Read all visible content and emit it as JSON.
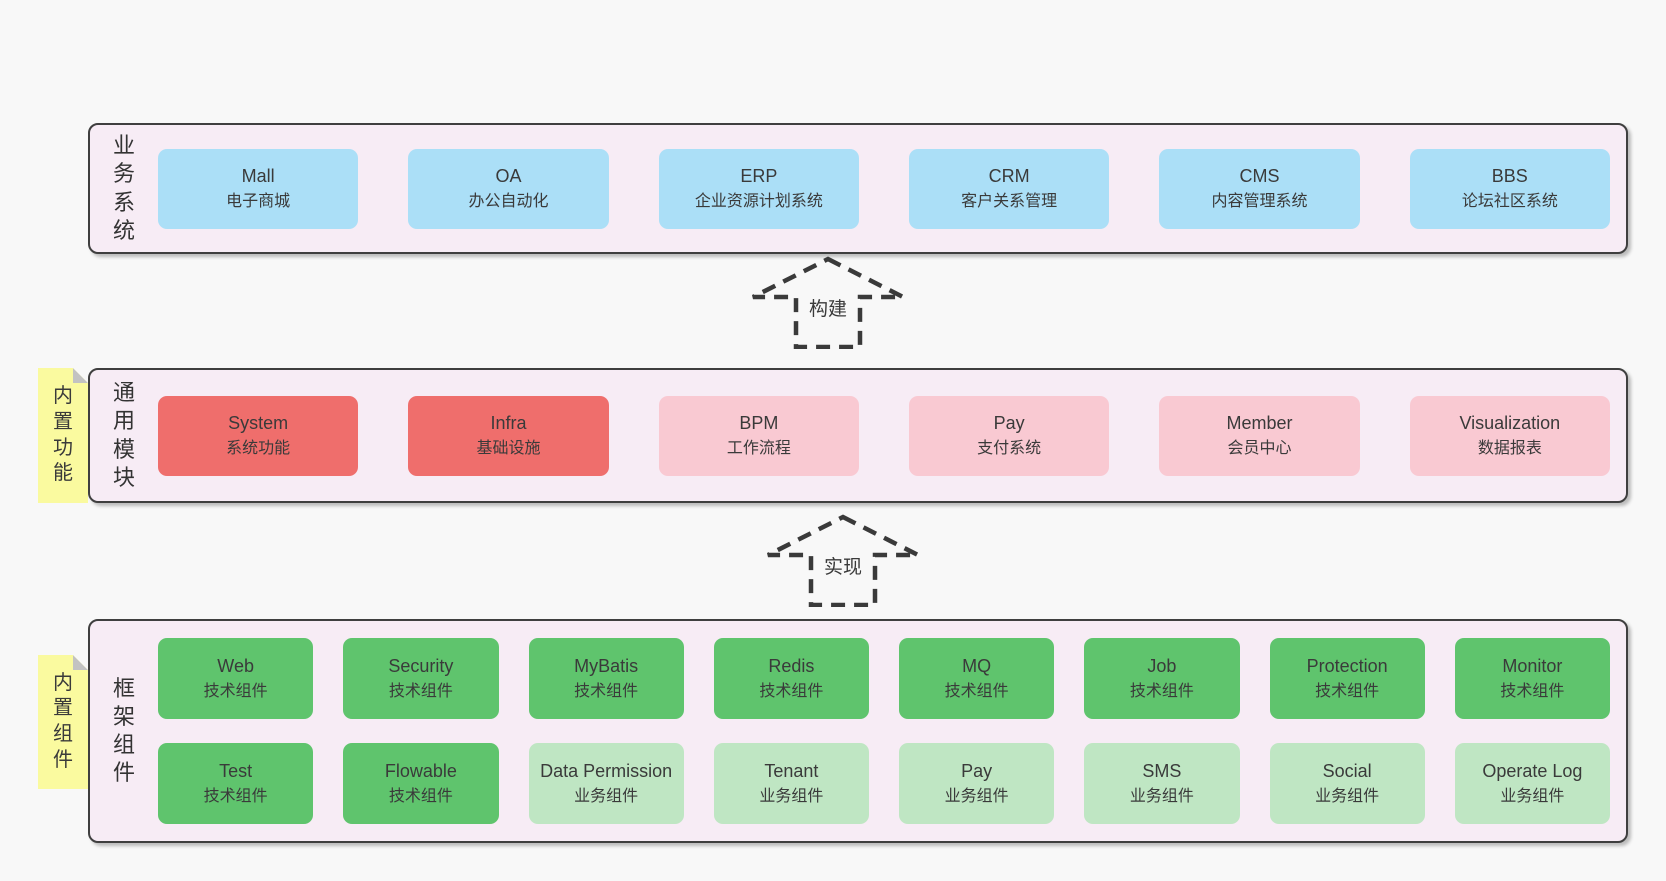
{
  "colors": {
    "page_bg": "#F8F8F8",
    "section_bg": "#F7ECF5",
    "section_border": "#3F3F3F",
    "blue": "#ABDFF7",
    "red": "#EF6E6C",
    "pink": "#F9C9D2",
    "green": "#5FC46D",
    "light_green": "#BFE6C3",
    "tag_yellow": "#FAFA9F",
    "tag_fold": "#C2C2C2",
    "text": "#3A3A3A",
    "arrow": "#3A3A3A"
  },
  "sections": [
    {
      "id": "business",
      "label": "业务系统",
      "tag": null,
      "rows": [
        [
          {
            "title": "Mall",
            "subtitle": "电子商城",
            "variant": "blue"
          },
          {
            "title": "OA",
            "subtitle": "办公自动化",
            "variant": "blue"
          },
          {
            "title": "ERP",
            "subtitle": "企业资源计划系统",
            "variant": "blue"
          },
          {
            "title": "CRM",
            "subtitle": "客户关系管理",
            "variant": "blue"
          },
          {
            "title": "CMS",
            "subtitle": "内容管理系统",
            "variant": "blue"
          },
          {
            "title": "BBS",
            "subtitle": "论坛社区系统",
            "variant": "blue"
          }
        ]
      ]
    },
    {
      "id": "modules",
      "label": "通用模块",
      "tag": "内置功能",
      "rows": [
        [
          {
            "title": "System",
            "subtitle": "系统功能",
            "variant": "red"
          },
          {
            "title": "Infra",
            "subtitle": "基础设施",
            "variant": "red"
          },
          {
            "title": "BPM",
            "subtitle": "工作流程",
            "variant": "pink"
          },
          {
            "title": "Pay",
            "subtitle": "支付系统",
            "variant": "pink"
          },
          {
            "title": "Member",
            "subtitle": "会员中心",
            "variant": "pink"
          },
          {
            "title": "Visualization",
            "subtitle": "数据报表",
            "variant": "pink"
          }
        ]
      ]
    },
    {
      "id": "components",
      "label": "框架组件",
      "tag": "内置组件",
      "rows": [
        [
          {
            "title": "Web",
            "subtitle": "技术组件",
            "variant": "green"
          },
          {
            "title": "Security",
            "subtitle": "技术组件",
            "variant": "green"
          },
          {
            "title": "MyBatis",
            "subtitle": "技术组件",
            "variant": "green"
          },
          {
            "title": "Redis",
            "subtitle": "技术组件",
            "variant": "green"
          },
          {
            "title": "MQ",
            "subtitle": "技术组件",
            "variant": "green"
          },
          {
            "title": "Job",
            "subtitle": "技术组件",
            "variant": "green"
          },
          {
            "title": "Protection",
            "subtitle": "技术组件",
            "variant": "green"
          },
          {
            "title": "Monitor",
            "subtitle": "技术组件",
            "variant": "green"
          }
        ],
        [
          {
            "title": "Test",
            "subtitle": "技术组件",
            "variant": "green"
          },
          {
            "title": "Flowable",
            "subtitle": "技术组件",
            "variant": "green"
          },
          {
            "title": "Data Permission",
            "subtitle": "业务组件",
            "variant": "light_green"
          },
          {
            "title": "Tenant",
            "subtitle": "业务组件",
            "variant": "light_green"
          },
          {
            "title": "Pay",
            "subtitle": "业务组件",
            "variant": "light_green"
          },
          {
            "title": "SMS",
            "subtitle": "业务组件",
            "variant": "light_green"
          },
          {
            "title": "Social",
            "subtitle": "业务组件",
            "variant": "light_green"
          },
          {
            "title": "Operate Log",
            "subtitle": "业务组件",
            "variant": "light_green"
          }
        ]
      ]
    }
  ],
  "arrows": [
    {
      "label": "构建"
    },
    {
      "label": "实现"
    }
  ]
}
